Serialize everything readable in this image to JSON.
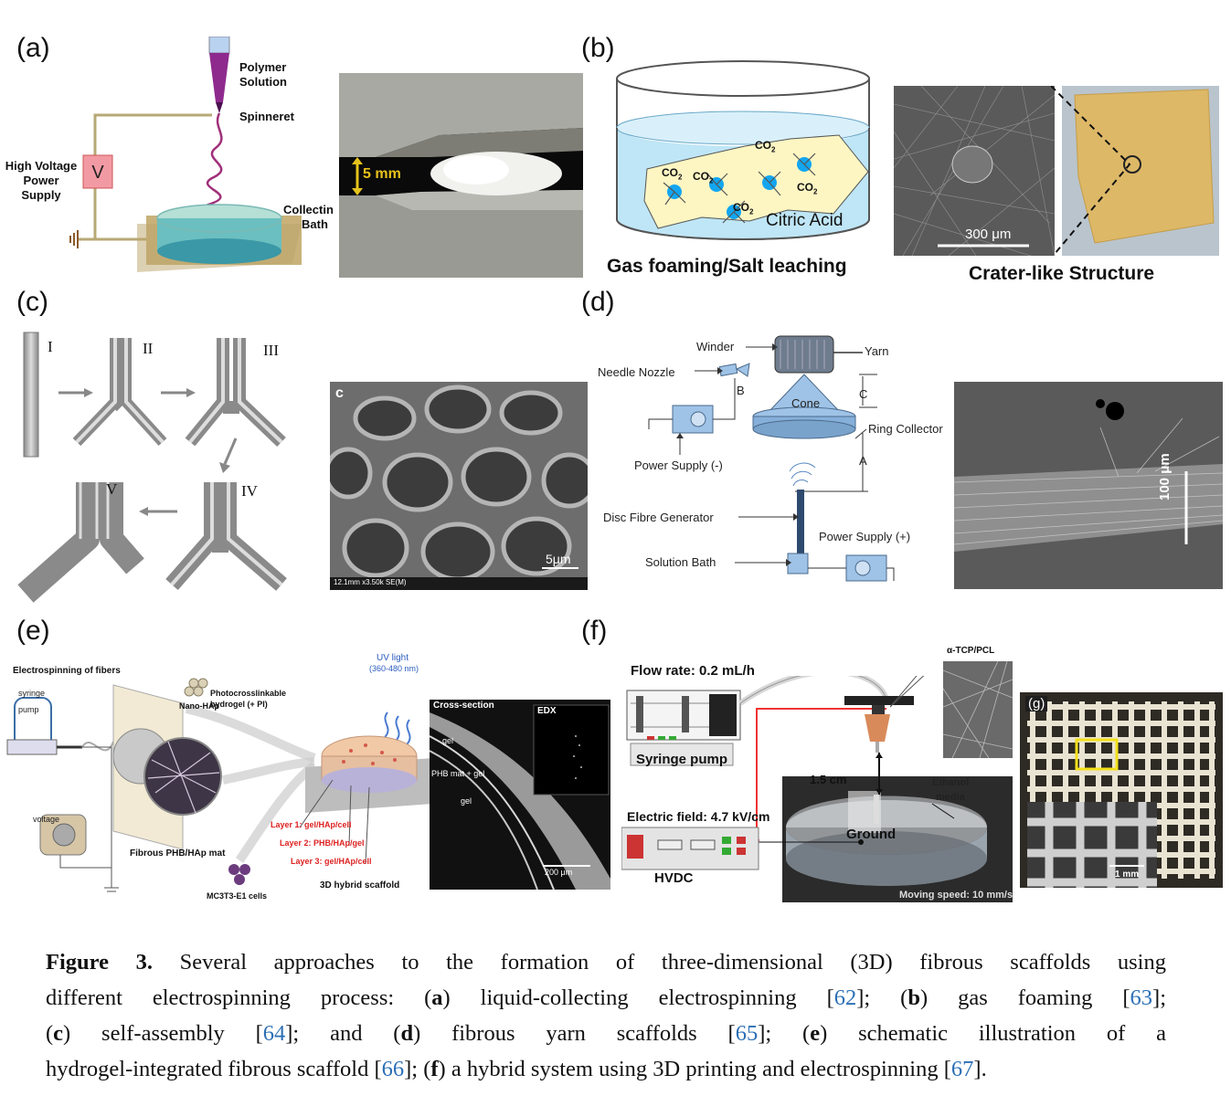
{
  "panels": {
    "a": {
      "label": "(a)",
      "polymer_solution_1": "Polymer",
      "polymer_solution_2": "Solution",
      "spinneret": "Spinneret",
      "hv_1": "High Voltage",
      "hv_2": "Power",
      "hv_3": "Supply",
      "v": "V",
      "collecting_1": "Collectin",
      "collecting_2": "Bath",
      "scale": "5 mm"
    },
    "b": {
      "label": "(b)",
      "co2": "CO",
      "sub2": "2",
      "citric": "Citric Acid",
      "gas_foaming": "Gas foaming/Salt leaching",
      "scale": "300 μm",
      "crater": "Crater-like Structure"
    },
    "c": {
      "label": "(c)",
      "steps": [
        "I",
        "II",
        "III",
        "IV",
        "V"
      ],
      "sem_letter": "c",
      "scale": "5μm",
      "footer": "12.1mm x3.50k SE(M)"
    },
    "d": {
      "label": "(d)",
      "winder": "Winder",
      "yarn": "Yarn",
      "needle": "Needle Nozzle",
      "b": "B",
      "c": "C",
      "a": "A",
      "cone": "Cone",
      "ring": "Ring Collector",
      "ps_neg": "Power Supply (-)",
      "disc": "Disc Fibre Generator",
      "ps_pos": "Power Supply (+)",
      "bath": "Solution Bath",
      "scale": "100 μm"
    },
    "e": {
      "label": "(e)",
      "electrospinning": "Electrospinning of fibers",
      "syringe": "syringe",
      "pump": "pump",
      "voltage": "voltage",
      "nano": "Nano-HAp",
      "photo_1": "Photocrosslinkable",
      "photo_2": "hydrogel (+ PI)",
      "uv_1": "UV light",
      "uv_2": "(360-480 nm)",
      "fibrous": "Fibrous PHB/HAp mat",
      "cells": "MC3T3-E1 cells",
      "layer1": "Layer 1: gel/HAp/cell",
      "layer2": "Layer 2: PHB/HAp/gel",
      "layer3": "Layer 3: gel/HAp/cell",
      "hybrid": "3D hybrid scaffold",
      "cross": "Cross-section",
      "edx": "EDX",
      "gel1": "gel",
      "phb": "PHB mat + gel",
      "gel2": "gel",
      "scale": "200 μm"
    },
    "f": {
      "label": "(f)",
      "flow": "Flow rate: 0.2 mL/h",
      "syringe_pump": "Syringe pump",
      "tcp": "α-TCP/PCL",
      "dist": "1.5 cm",
      "ethanol_1": "Ethanol",
      "ethanol_2": "media",
      "ground": "Ground",
      "field": "Electric field: 4.7 kV/cm",
      "hvdc": "HVDC",
      "speed": "Moving speed: 10 mm/s",
      "g": "(g)",
      "scale": "1 mm"
    }
  },
  "caption": {
    "fig": "Figure 3.",
    "line1": " Several approaches to the formation of three-dimensional (3D) fibrous scaffolds using",
    "line2_pre": "different electrospinning process: (",
    "a_b": "a",
    "line2_mid1": ") liquid-collecting electrospinning [",
    "r62": "62",
    "line2_mid2": "]; (",
    "b_b": "b",
    "line2_mid3": ") gas foaming [",
    "r63": "63",
    "line2_end": "];",
    "line3_pre": "(",
    "c_b": "c",
    "line3_mid1": ") self-assembly [",
    "r64": "64",
    "line3_mid2": "]; and (",
    "d_b": "d",
    "line3_mid3": ") fibrous yarn scaffolds [",
    "r65": "65",
    "line3_mid4": "]; (",
    "e_b": "e",
    "line3_end": ") schematic illustration of a",
    "line4_pre": "hydrogel-integrated fibrous scaffold [",
    "r66": "66",
    "line4_mid1": "]; (",
    "f_b": "f",
    "line4_mid2": ") a hybrid system using 3D printing and electrospinning [",
    "r67": "67",
    "line4_end": "]."
  }
}
